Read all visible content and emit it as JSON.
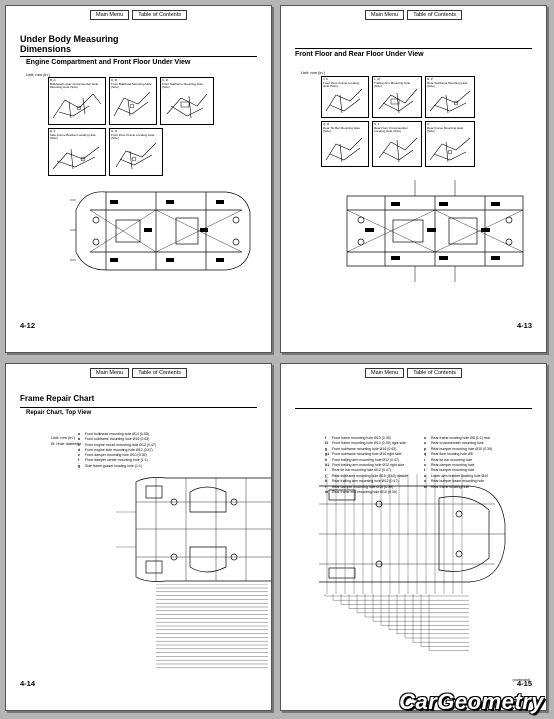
{
  "nav": {
    "main_menu": "Main Menu",
    "table_of_contents": "Table of Contents"
  },
  "page1": {
    "title_line1": "Under Body Measuring",
    "title_line2": "Dimensions",
    "subtitle": "Engine Compartment and Front Floor Under View",
    "unit": "Unit: mm (in.)",
    "thumbs": [
      {
        "code": "B, A",
        "text": "Bulkhead Lower Crossmember Hole Mounting Hole (Size)"
      },
      {
        "code": "D, B",
        "text": "Front Bulkhead Mounting Hole (Size)"
      },
      {
        "code": "C, D",
        "text": "Front Subframe Mounting Hole (Size)"
      },
      {
        "code": "E, F",
        "text": "Side Frame Bracket Locating Hole (Size)"
      },
      {
        "code": "G, H",
        "text": "Front Floor Frame Locating Hole (Size)"
      }
    ],
    "page_number": "4-12"
  },
  "page2": {
    "title": "Front Floor and Rear Floor Under View",
    "unit": "Unit: mm (in.)",
    "thumbs": [
      {
        "code": "J, K",
        "text": "Front Floor Frame Locating Hole (Size)"
      },
      {
        "code": "L, M",
        "text": "Trailing Arm Mounting Hole (Size)"
      },
      {
        "code": "N, P",
        "text": "Rear Subframe Mounting Hole (Size)"
      },
      {
        "code": "Q, R",
        "text": "Rear Tie Bar Mounting Hole (Size)"
      },
      {
        "code": "S, T",
        "text": "Rear Floor Crossmember Locating Hole (Size)"
      },
      {
        "code": "U",
        "text": "Rear Frame Mounting Hole (Size)"
      }
    ],
    "page_number": "4-13"
  },
  "page3": {
    "title": "Frame Repair Chart",
    "subtitle": "Repair Chart, Top View",
    "unit": "Unit: mm (in.)",
    "unit2": "Ø: Hole diameter",
    "legend": [
      {
        "k": "a",
        "t": "Front bulkhead mounting hole Ø14 (0.55)"
      },
      {
        "k": "b",
        "t": "Front subframe mounting hole Ø16 (0.63)"
      },
      {
        "k": "c",
        "t": "Front engine mount mounting hole Ø12 (0.47)"
      },
      {
        "k": "d",
        "t": "Front engine side mounting hole Ø12 (0.47)"
      },
      {
        "k": "e",
        "t": "Front damper mounting hole Ø10 (0.39)"
      },
      {
        "k": "f",
        "t": "Front damper center mounting hole (1:1)"
      },
      {
        "k": "g",
        "t": "Side frame gusset locating hole (1:1)"
      }
    ],
    "page_number": "4-14"
  },
  "page4": {
    "legend_left": [
      {
        "k": "f",
        "t": "Front frame mounting hole Ø10 (0.39)"
      },
      {
        "k": "f1",
        "t": "Front frame mounting hole Ø10 (0.39) right side"
      },
      {
        "k": "g",
        "t": "Front subframe mounting hole Ø16 (0.63)"
      },
      {
        "k": "g1",
        "t": "Front subframe mounting hole Ø16 right side"
      },
      {
        "k": "h",
        "t": "Front trailing arm mounting hole Ø12 (0.47)"
      },
      {
        "k": "h1",
        "t": "Front trailing arm mounting hole Ø12 right side"
      },
      {
        "k": "i",
        "t": "Rear tie bar mounting hole Ø12 (0.47)"
      },
      {
        "k": "j",
        "t": "Rear subframe mounting hole Ø16 (0.63) outside"
      },
      {
        "k": "k",
        "t": "Rear trailing arm mounting hole Ø12 (0.47)"
      },
      {
        "k": "l",
        "t": "Rear damper mounting hole Ø10 (0.39)"
      },
      {
        "k": "m",
        "t": "Rear frame end mounting hole Ø10 (0.39)"
      }
    ],
    "legend_right": [
      {
        "k": "n",
        "t": "Rear frame locating hole Ø8 (1:1) rear"
      },
      {
        "k": "o",
        "t": "Rear crossmember mounting hole"
      },
      {
        "k": "p",
        "t": "Rear bumper mounting hole Ø10 (0.39)"
      },
      {
        "k": "q",
        "t": "Rear floor locating hole Ø8"
      },
      {
        "k": "r",
        "t": "Rear tie bar mounting hole"
      },
      {
        "k": "s",
        "t": "Rear damper mounting hole"
      },
      {
        "k": "t",
        "t": "Rear bumper mounting hole"
      },
      {
        "k": "u",
        "t": "Lower arm bracket locating hole Ø10"
      },
      {
        "k": "v",
        "t": "Rear bumper beam mounting hole"
      },
      {
        "k": "w",
        "t": "Rear frame locating hole"
      }
    ],
    "footnote": "(continued)",
    "page_number": "4-15"
  },
  "watermark": "CarGeometry"
}
